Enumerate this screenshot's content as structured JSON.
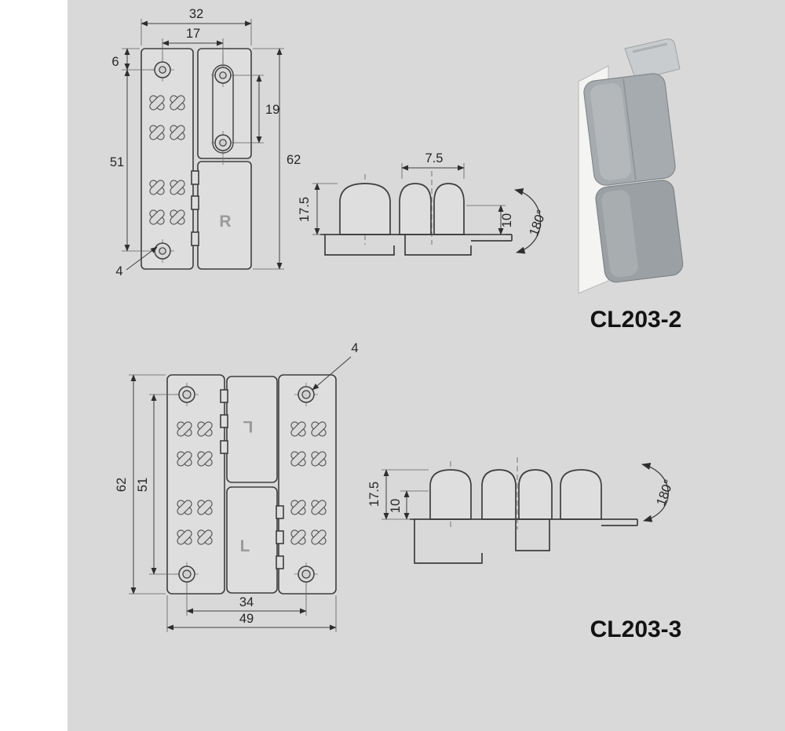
{
  "colors": {
    "background": "#d9d9d9",
    "left_strip": "#ffffff",
    "line": "#3e3e3e",
    "part_fill": "#dedede"
  },
  "top": {
    "label": "CL203-2",
    "front": {
      "width_overall": "32",
      "hole_span": "17",
      "edge_to_hole": "6",
      "hole_pitch": "51",
      "plate_hole_pitch": "19",
      "height_overall": "62",
      "hole_diameter": "4",
      "leaf_mark": "R"
    },
    "profile": {
      "knuckle_span": "7.5",
      "height": "17.5",
      "inner_height": "10",
      "rotation": "180°"
    }
  },
  "bottom": {
    "label": "CL203-3",
    "front": {
      "hole_diameter": "4",
      "height_overall": "62",
      "hole_pitch": "51",
      "hole_span": "34",
      "width_overall": "49",
      "leaf_mark_upper": "L",
      "leaf_mark_lower": "L"
    },
    "profile": {
      "height": "17.5",
      "inner_height": "10",
      "rotation": "180°"
    }
  }
}
